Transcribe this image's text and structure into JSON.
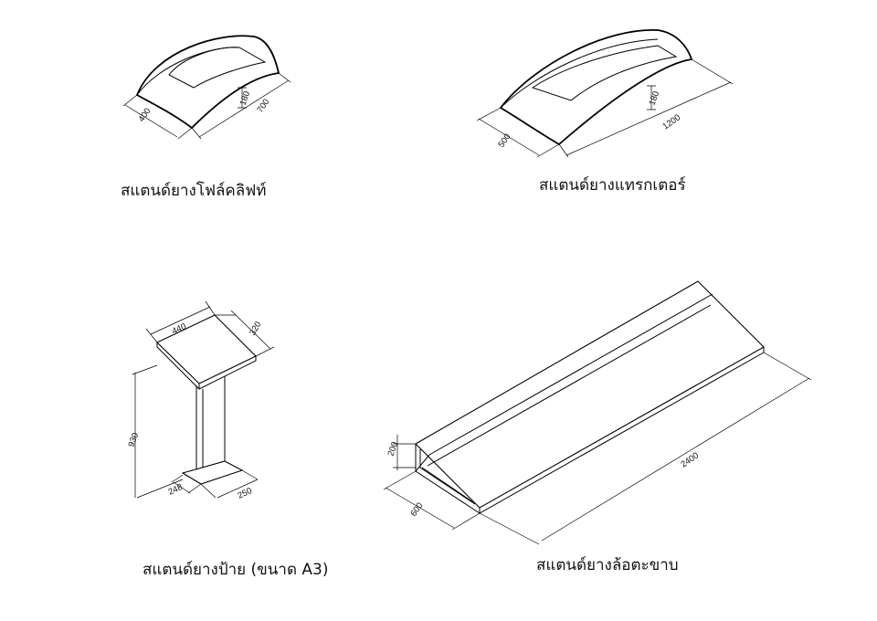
{
  "items": [
    {
      "caption": "สแตนด์ยางโฟล์คลิฟท์",
      "dims": {
        "width": "400",
        "length": "700",
        "height": "180"
      }
    },
    {
      "caption": "สแตนด์ยางแทรกเตอร์",
      "dims": {
        "width": "500",
        "length": "1200",
        "height": "180"
      }
    },
    {
      "caption": "สแตนด์ยางป้าย (ขนาด A3)",
      "dims": {
        "top_width": "440",
        "top_depth": "320",
        "height": "930",
        "base_width": "248",
        "base_depth": "250"
      }
    },
    {
      "caption": "สแตนด์ยางล้อตะขาบ",
      "dims": {
        "height": "200",
        "width": "600",
        "length": "2400"
      }
    }
  ]
}
